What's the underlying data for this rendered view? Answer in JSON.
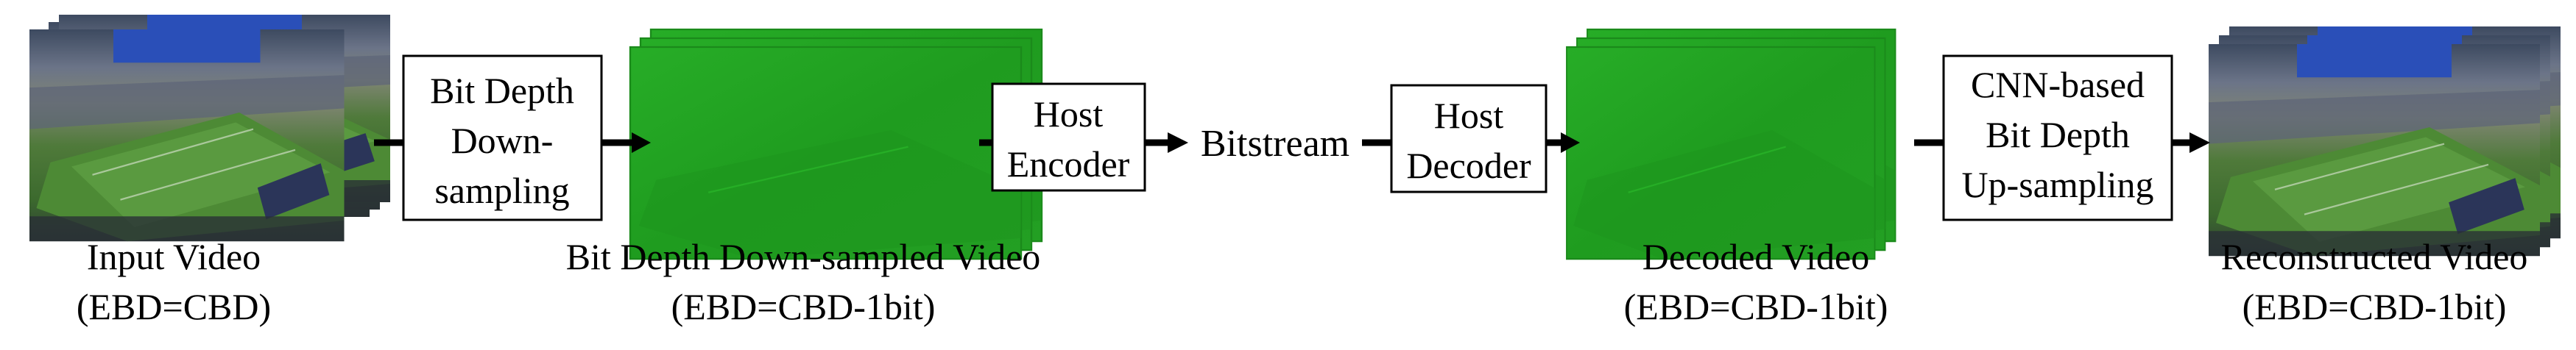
{
  "stages": {
    "input_video": {
      "caption_line1": "Input Video",
      "caption_line2": "(EBD=CBD)"
    },
    "downsampled_video": {
      "caption_line1": "Bit Depth Down-sampled Video",
      "caption_line2": "(EBD=CBD-1bit)"
    },
    "decoded_video": {
      "caption_line1": "Decoded Video",
      "caption_line2": "(EBD=CBD-1bit)"
    },
    "reconstructed_video": {
      "caption_line1": "Reconstructed Video",
      "caption_line2": "(EBD=CBD-1bit)"
    }
  },
  "blocks": {
    "bit_depth_downsampling": {
      "line1": "Bit Depth",
      "line2": "Down-",
      "line3": "sampling"
    },
    "host_encoder": {
      "line1": "Host",
      "line2": "Encoder"
    },
    "host_decoder": {
      "line1": "Host",
      "line2": "Decoder"
    },
    "cnn_upsampling": {
      "line1": "CNN-based",
      "line2": "Bit Depth",
      "line3": "Up-sampling"
    }
  },
  "bitstream_label": "Bitstream",
  "colors": {
    "green_frame": "#21a321",
    "stadium_sky": "#1f3f8f"
  }
}
